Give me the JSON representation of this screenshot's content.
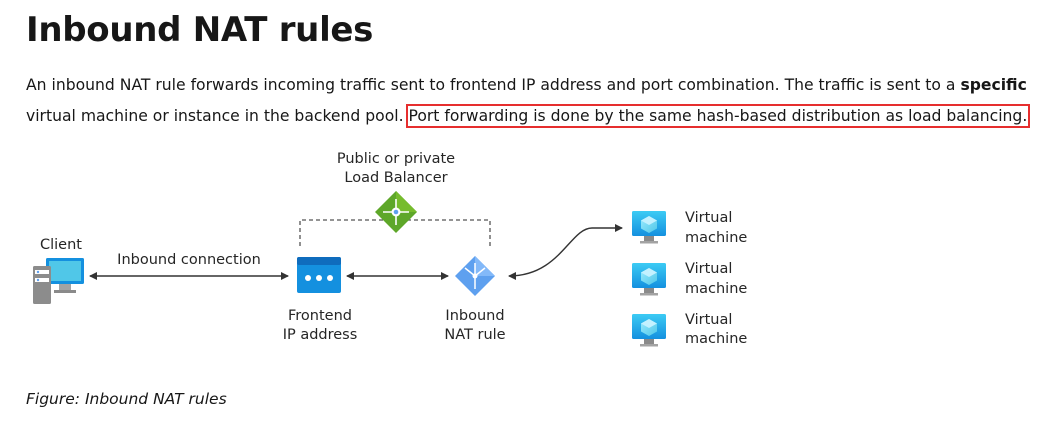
{
  "page": {
    "title": "Inbound NAT rules",
    "paragraph": {
      "part1": "An inbound NAT rule forwards incoming traffic sent to frontend IP address and port combination. The traffic is sent to a ",
      "bold": "specific",
      "part2": " virtual machine or instance in the backend pool. ",
      "highlighted": "Port forwarding is done by the same hash-based distribution as load balancing."
    },
    "highlight_color": "#e62e2e",
    "figure_caption": "Figure: Inbound NAT rules"
  },
  "diagram": {
    "load_balancer": {
      "line1": "Public or private",
      "line2": "Load Balancer",
      "icon": "load-balancer-icon"
    },
    "client": {
      "label": "Client",
      "icon": "client-computer-icon"
    },
    "inbound_connection_label": "Inbound connection",
    "frontend": {
      "line1": "Frontend",
      "line2": "IP address",
      "icon": "frontend-ip-icon"
    },
    "nat_rule": {
      "line1": "Inbound",
      "line2": "NAT rule",
      "icon": "nat-rule-icon"
    },
    "virtual_machines": [
      {
        "line1": "Virtual",
        "line2": "machine",
        "icon": "virtual-machine-icon"
      },
      {
        "line1": "Virtual",
        "line2": "machine",
        "icon": "virtual-machine-icon"
      },
      {
        "line1": "Virtual",
        "line2": "machine",
        "icon": "virtual-machine-icon"
      }
    ],
    "colors": {
      "azure_blue": "#1490df",
      "light_blue": "#5ea0ef",
      "green": "#5ea729",
      "gray": "#a3a3a3"
    }
  }
}
